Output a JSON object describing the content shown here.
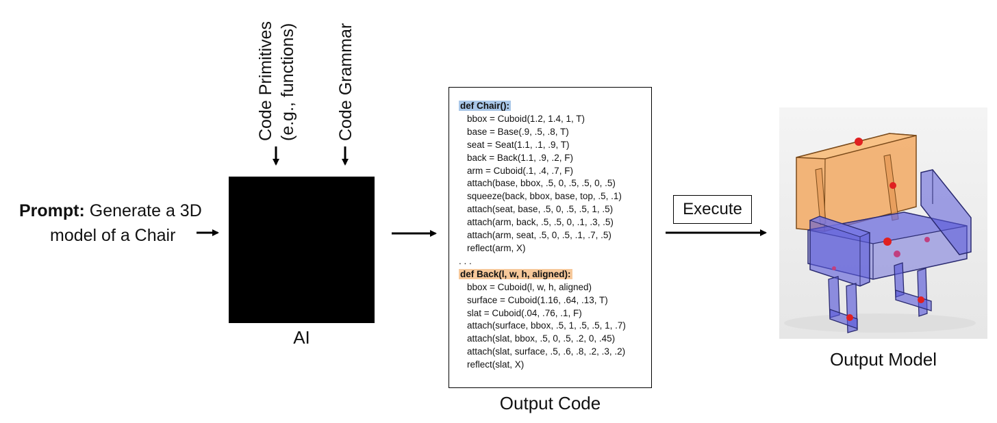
{
  "prompt": {
    "bold": "Prompt:",
    "text1": " Generate a 3D",
    "text2": "model of a Chair"
  },
  "inputs": {
    "primitives_line1": "Code Primitives",
    "primitives_line2": "(e.g., functions)",
    "grammar": "Code Grammar"
  },
  "ai_label": "AI",
  "code": {
    "def1": "def Chair():",
    "chair_lines": [
      "bbox = Cuboid(1.2, 1.4, 1, T)",
      "base = Base(.9, .5, .8, T)",
      "seat = Seat(1.1, .1, .9, T)",
      "back = Back(1.1, .9, .2, F)",
      "arm = Cuboid(.1, .4, .7, F)",
      "attach(base, bbox, .5, 0, .5, .5, 0, .5)",
      "squeeze(back, bbox, base, top, .5, .1)",
      "attach(seat, base, .5, 0, .5, .5, 1, .5)",
      "attach(arm, back, .5, .5, 0, .1, .3, .5)",
      "attach(arm, seat, .5, 0, .5, .1, .7, .5)",
      "reflect(arm, X)"
    ],
    "ellipsis": ". . .",
    "def2": "def Back(l, w, h, aligned):",
    "back_lines": [
      "bbox = Cuboid(l, w, h, aligned)",
      "surface = Cuboid(1.16, .64, .13, T)",
      "slat = Cuboid(.04, .76, .1, F)",
      "attach(surface, bbox, .5, 1, .5, .5, 1, .7)",
      "attach(slat, bbox, .5, 0, .5, .2, 0, .45)",
      "attach(slat, surface, .5, .6, .8, .2, .3, .2)",
      "reflect(slat, X)"
    ]
  },
  "code_label": "Output Code",
  "execute_label": "Execute",
  "output_label": "Output Model",
  "colors": {
    "chair_def_highlight": "#a9c7e8",
    "back_def_highlight": "#f6c89a",
    "back_fill": "#f2a55a",
    "body_fill": "#5a5ad8",
    "joint": "#e02020"
  }
}
